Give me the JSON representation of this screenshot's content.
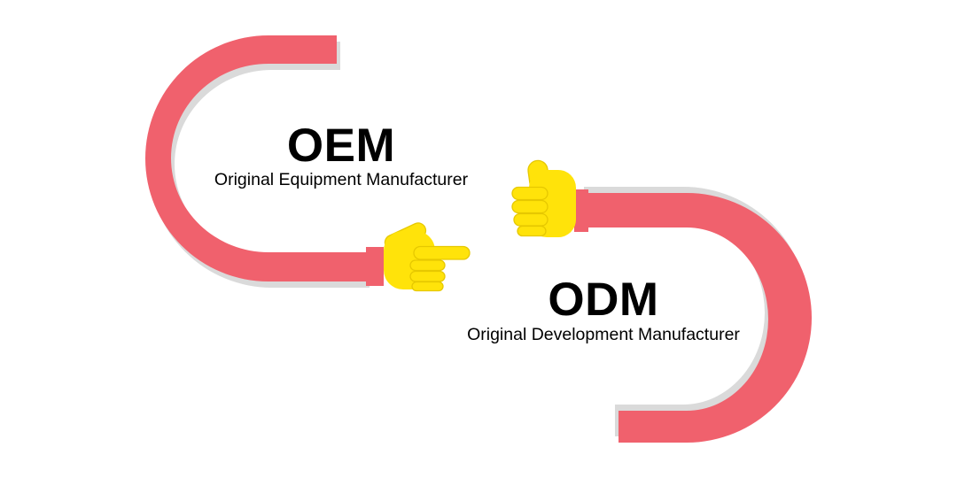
{
  "colors": {
    "background": "#FFFFFF",
    "arc_pink": "#F0616D",
    "shadow_gray": "#DADADA",
    "hand_yellow": "#FFE30A",
    "hand_line": "#E6C800",
    "text_black": "#000000"
  },
  "oem": {
    "acronym": "OEM",
    "full_name": "Original Equipment Manufacturer",
    "hand_icon": "pointing-hand-icon"
  },
  "odm": {
    "acronym": "ODM",
    "full_name": "Original Development Manufacturer",
    "hand_icon": "thumbs-up-icon"
  }
}
